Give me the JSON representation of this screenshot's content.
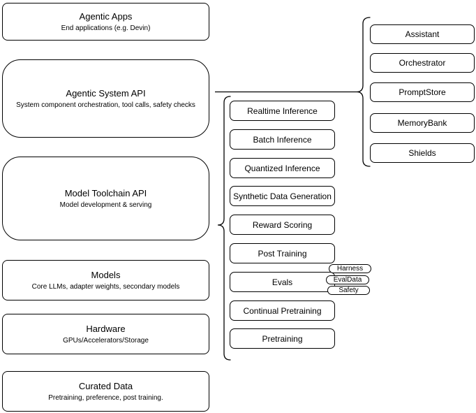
{
  "diagram": {
    "colors": {
      "background": "#ffffff",
      "node_fill": "#ffffff",
      "stroke": "#000000",
      "text": "#000000"
    },
    "stack_layers": {
      "boxes": [
        {
          "title": "Agentic Apps",
          "subtitle": "End applications (e.g. Devin)"
        },
        {
          "title": "Agentic System API",
          "subtitle": "System component orchestration, tool calls, safety checks"
        },
        {
          "title": "Model Toolchain API",
          "subtitle": "Model development & serving"
        },
        {
          "title": "Models",
          "subtitle": "Core LLMs, adapter weights, secondary models"
        },
        {
          "title": "Hardware",
          "subtitle": "GPUs/Accelerators/Storage"
        },
        {
          "title": "Curated Data",
          "subtitle": "Pretraining, preference, post training."
        }
      ]
    },
    "toolchain_components": {
      "items": [
        {
          "label": "Realtime Inference"
        },
        {
          "label": "Batch Inference"
        },
        {
          "label": "Quantized Inference"
        },
        {
          "label": "Synthetic Data Generation"
        },
        {
          "label": "Reward Scoring"
        },
        {
          "label": "Post Training"
        },
        {
          "label": "Evals"
        },
        {
          "label": "Continual Pretraining"
        },
        {
          "label": "Pretraining"
        }
      ]
    },
    "evals_pills": {
      "items": [
        {
          "label": "Harness"
        },
        {
          "label": "EvalData"
        },
        {
          "label": "Safety"
        }
      ]
    },
    "system_components": {
      "items": [
        {
          "label": "Assistant"
        },
        {
          "label": "Orchestrator"
        },
        {
          "label": "PromptStore"
        },
        {
          "label": "MemoryBank"
        },
        {
          "label": "Shields"
        }
      ]
    }
  }
}
